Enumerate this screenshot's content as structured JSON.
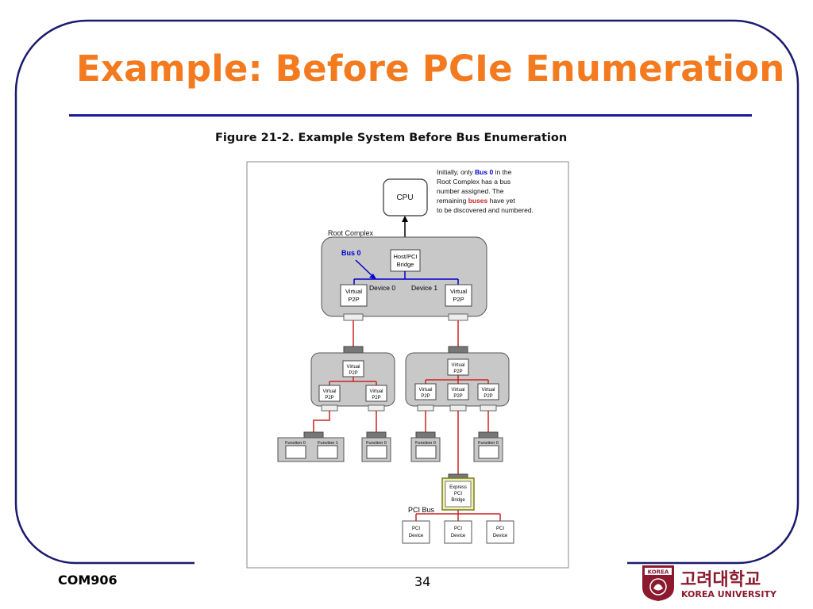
{
  "slide": {
    "title": "Example: Before PCIe Enumeration",
    "figure_caption": "Figure 21-2. Example System Before Bus Enumeration",
    "footer_course": "COM906",
    "page_number": "34"
  },
  "colors": {
    "title": "#f47a1f",
    "rule": "#1a1a9a",
    "frame": "#1a1a6e",
    "bus0": "#0000cc",
    "link": "#cc2222",
    "logo": "#8b1a2e"
  },
  "diagram": {
    "cpu": "CPU",
    "note": {
      "l1a": "Initially, only ",
      "l1b": "Bus 0",
      "l1c": " in the",
      "l2": "Root Complex has a bus",
      "l3": "number assigned. The",
      "l4a": "remaining ",
      "l4b": "buses",
      "l4c": " have yet",
      "l5": "to be discovered and numbered."
    },
    "root_complex": "Root Complex",
    "bus0": "Bus 0",
    "host_bridge": [
      "Host/PCI",
      "Bridge"
    ],
    "device0": "Device 0",
    "device1": "Device 1",
    "virtual": "Virtual",
    "p2p": "P2P",
    "function0": "Function 0",
    "function1": "Function 1",
    "express_bridge": [
      "Express",
      "PCI",
      "Bridge"
    ],
    "pci_bus": "PCI Bus",
    "pci_device": [
      "PCI",
      "Device"
    ]
  },
  "logo": {
    "seal_text": "KOREA",
    "korean": "고려대학교",
    "english": "KOREA UNIVERSITY"
  }
}
